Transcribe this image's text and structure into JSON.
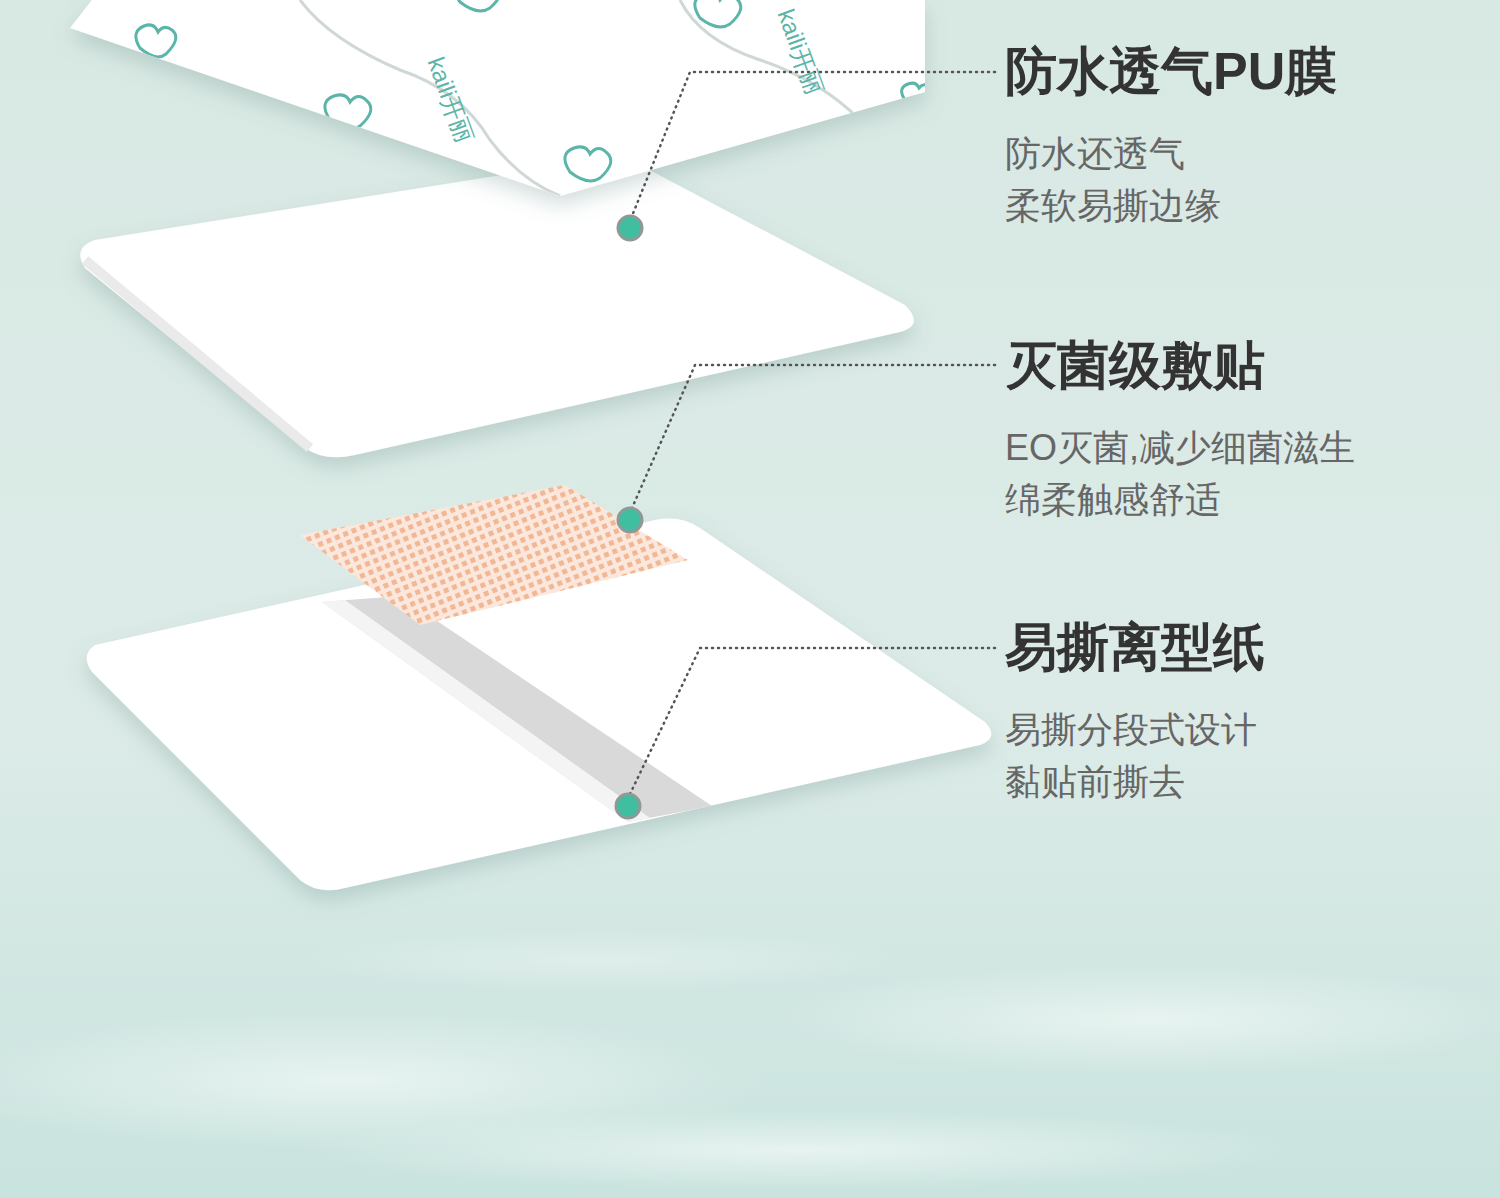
{
  "diagram": {
    "labels": [
      "防水透气PU膜",
      "防水还透气 柔软易撕边缘",
      "灭菌级敷贴",
      "EO灭菌,减少细菌滋生 绵柔触感舒适",
      "易撕离型纸",
      "易撕分段式设计 黏贴前撕去",
      "kaili开丽",
      "kaili开丽"
    ]
  }
}
